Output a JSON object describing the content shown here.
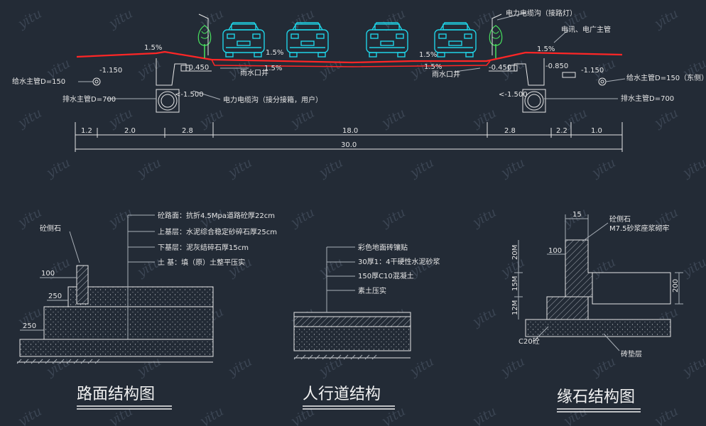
{
  "watermark": "yitu",
  "cross_section": {
    "slopes": {
      "l_walk": "1.5%",
      "l_lane": "1.5%",
      "l_mid": "1.5%",
      "center": "1.5%",
      "r_mid": "1.5%",
      "r_walk": "1.5%"
    },
    "labels": {
      "power_duct_top": "电力电缆沟（接路灯）",
      "telecom": "电讯、电广主管",
      "water_main_l": "给水主管D=150",
      "water_main_r": "给水主管D=150（东侧）",
      "drain_main_l": "排水主管D=700",
      "drain_main_r": "排水主管D=700",
      "rain_inlet_l": "雨水口井",
      "rain_inlet_r": "雨水口井",
      "power_duct_bottom": "电力电缆沟（接分接箱，用户）"
    },
    "elevations": {
      "a": "-1.150",
      "b": "-0.450",
      "c": "<-1.500",
      "d": "-0.450",
      "e": "-0.850",
      "f": "-1.150",
      "g": "<-1.500"
    },
    "dims": [
      "1.2",
      "2.0",
      "2.8",
      "18.0",
      "2.8",
      "2.2",
      "1.0"
    ],
    "total": "30.0"
  },
  "pavement": {
    "title": "路面结构图",
    "curb_label": "砼侧石",
    "dim_100": "100",
    "dim_250a": "250",
    "dim_250b": "250",
    "layers": [
      "砼路面：抗折4.5Mpa道路砼厚22cm",
      "上基层：水泥综合稳定砂碎石厚25cm",
      "下基层：泥灰结碎石厚15cm",
      "土  基：填（原）土整平压实"
    ]
  },
  "sidewalk": {
    "title": "人行道结构",
    "layers": [
      "彩色地面砖镶贴",
      "30厚1：4干硬性水泥砂浆",
      "150厚C10混凝土",
      "素土压实"
    ]
  },
  "curb": {
    "title": "缘石结构图",
    "labels": {
      "stone": "砼侧石",
      "mortar": "M7.5砂浆座浆砌牢",
      "base": "砖垫层",
      "c20": "C20砼"
    },
    "dims": {
      "w15": "15",
      "d100": "100",
      "h20a": "20M",
      "h15": "15M",
      "h12": "12M",
      "h200": "200"
    }
  }
}
